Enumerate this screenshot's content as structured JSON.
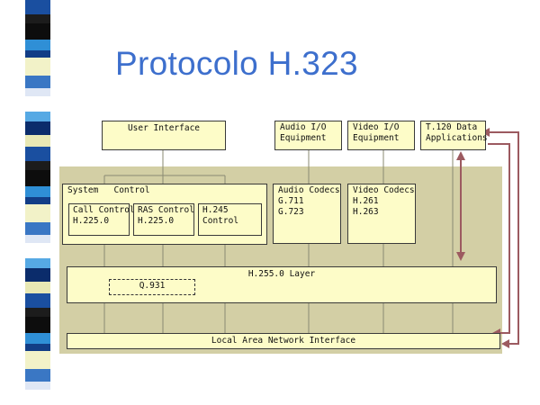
{
  "title": "Protocolo H.323",
  "diagram": {
    "user_interface": "User Interface",
    "audio_io": [
      "Audio I/O",
      "Equipment"
    ],
    "video_io": [
      "Video I/O",
      "Equipment"
    ],
    "t120": [
      "T.120 Data",
      "Applications"
    ],
    "system_control": "System   Control",
    "call_control": [
      "Call Control",
      "H.225.0"
    ],
    "ras_control": [
      "RAS Control",
      "H.225.0"
    ],
    "h245_control": [
      "H.245",
      "Control"
    ],
    "audio_codecs": [
      "Audio Codecs",
      "G.711",
      "G.723"
    ],
    "video_codecs": [
      "Video Codecs",
      "H.261",
      "H.263"
    ],
    "h2250_layer": "H.255.0 Layer",
    "q931": "Q.931",
    "lan_interface": "Local Area Network Interface"
  },
  "colors": {
    "title": "#3d6fcd",
    "panel": "#d3cfa5",
    "box_fill": "#fdfcc8",
    "arrow": "#9c5a60"
  }
}
